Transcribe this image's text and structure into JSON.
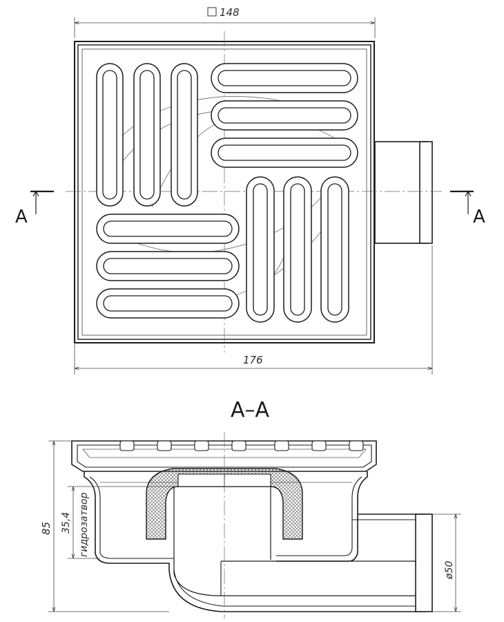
{
  "plan_view": {
    "square_symbol": "□",
    "top_dimension": "148",
    "bottom_dimension": "176",
    "section_mark_left": "A",
    "section_mark_right": "A"
  },
  "section_view": {
    "title": "A–A",
    "height_dimension": "85",
    "water_seal_dimension": "35,4",
    "water_seal_label": "гидрозатвор",
    "outlet_dimension": "ø50"
  },
  "colors": {
    "line": "#1a1a1a",
    "thin_line": "#444444",
    "hatch": "#555555",
    "background": "#ffffff"
  }
}
